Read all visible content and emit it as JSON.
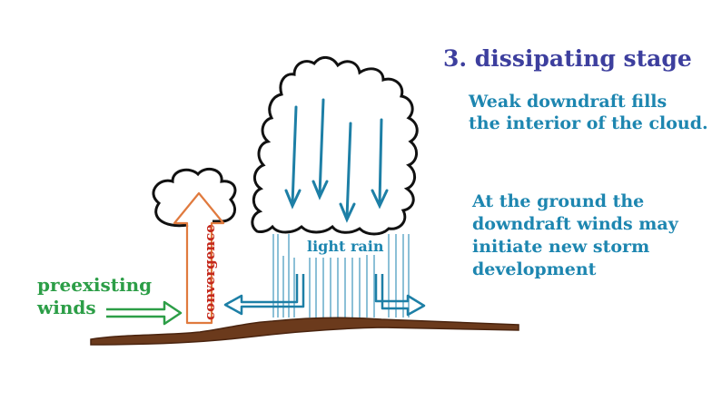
{
  "title": "3. dissipating stage",
  "note_interior": [
    "Weak downdraft fills",
    "the interior of the cloud."
  ],
  "note_ground": [
    "At the ground the",
    "downdraft winds may",
    "initiate new storm",
    "development"
  ],
  "label_preexisting": [
    "preexisting",
    "winds"
  ],
  "label_convergence": "convergence",
  "label_rain": "light rain",
  "colors": {
    "title_blue": "#3d3f9e",
    "note_blue": "#1d86b0",
    "green": "#2c9e47",
    "convergence_red": "#c4281c",
    "arrow_orange": "#e07a3e",
    "downdraft_blue": "#1d7fa6",
    "rain_blue": "#5aa6c6",
    "ground_brown": "#6b3a1c"
  }
}
